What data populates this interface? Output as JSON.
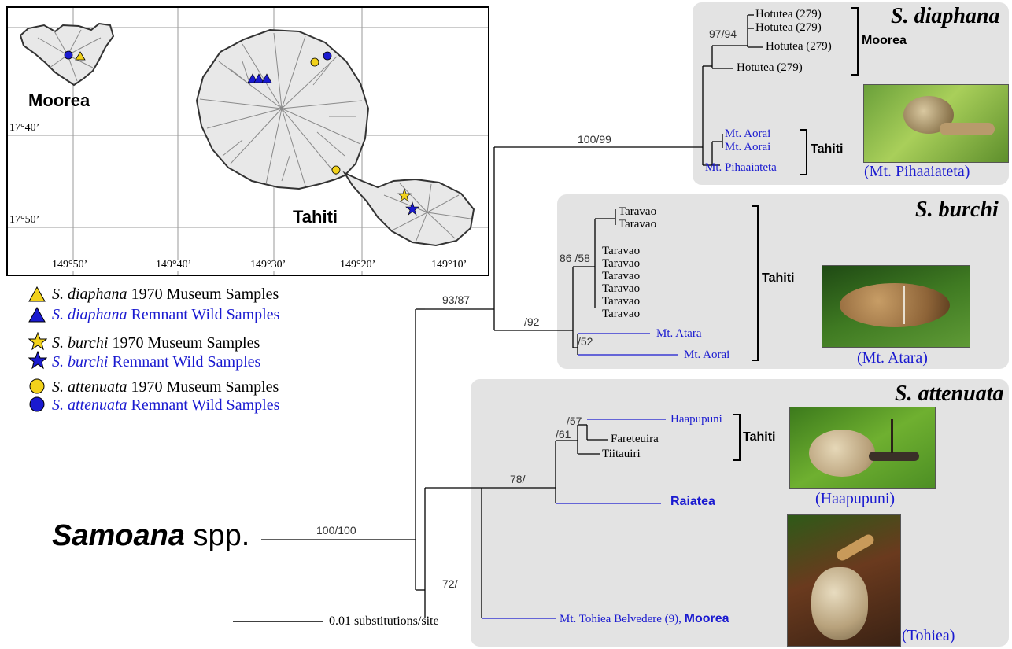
{
  "map": {
    "island_moorea": "Moorea",
    "island_tahiti": "Tahiti",
    "lat_labels": [
      "17°40’",
      "17°50’"
    ],
    "lon_labels": [
      "149°50’",
      "149°40’",
      "149°30’",
      "149°20’",
      "149°10’"
    ]
  },
  "legend": {
    "items": [
      {
        "species": "S. diaphana",
        "text": " 1970 Museum Samples",
        "symbol": "triangle",
        "color": "#f2d21b",
        "text_color": "#000000"
      },
      {
        "species": "S. diaphana",
        "text": " Remnant Wild Samples",
        "symbol": "triangle",
        "color": "#1a1ad0",
        "text_color": "#1a1ad0"
      },
      {
        "species": "S. burchi",
        "text": " 1970 Museum Samples",
        "symbol": "star",
        "color": "#f2d21b",
        "text_color": "#000000"
      },
      {
        "species": "S. burchi",
        "text": " Remnant Wild Samples",
        "symbol": "star",
        "color": "#1a1ad0",
        "text_color": "#1a1ad0"
      },
      {
        "species": "S. attenuata",
        "text": " 1970 Museum Samples",
        "symbol": "circle",
        "color": "#f2d21b",
        "text_color": "#000000"
      },
      {
        "species": "S. attenuata",
        "text": " Remnant Wild Samples",
        "symbol": "circle",
        "color": "#1a1ad0",
        "text_color": "#1a1ad0"
      }
    ]
  },
  "tree": {
    "outgroup_label_italic": "Samoana",
    "outgroup_label_rest": " spp.",
    "scale_label": "0.01 substitutions/site",
    "support": {
      "root": "100/100",
      "upper": "93/87",
      "diaphana": "100/99",
      "moorea_clade": "97/94",
      "burchi": "/92",
      "taravao": "86 /58",
      "atara": "/52",
      "attenuata_main": "78/",
      "haapupuni": "/57",
      "tahiti_att": "/61",
      "tohiea": "72/"
    },
    "colors": {
      "black": "#000000",
      "blue": "#1a1ad0"
    }
  },
  "clades": {
    "diaphana": {
      "title": "S. diaphana",
      "moorea_group": "Moorea",
      "tahiti_group": "Tahiti",
      "photo_caption": "(Mt. Pihaaiateta)",
      "tips_black": [
        "Hotutea (279)",
        "Hotutea (279)",
        "Hotutea (279)",
        "Hotutea (279)"
      ],
      "tips_blue": [
        "Mt. Aorai",
        "Mt. Aorai",
        "Mt. Pihaaiateta"
      ]
    },
    "burchi": {
      "title": "S. burchi",
      "tahiti_group": "Tahiti",
      "photo_caption": "(Mt. Atara)",
      "tips_black": [
        "Taravao",
        "Taravao",
        "Taravao",
        "Taravao",
        "Taravao",
        "Taravao",
        "Taravao",
        "Taravao"
      ],
      "tips_blue": [
        "Mt. Atara",
        "Mt. Aorai"
      ]
    },
    "attenuata": {
      "title": "S. attenuata",
      "tahiti_group": "Tahiti",
      "tips": [
        "Haapupuni",
        "Fareteuira",
        "Tiitauiri"
      ],
      "raiatea": "Raiatea",
      "tohiea_prefix": "Mt. Tohiea Belvedere (9), ",
      "tohiea_bold": "Moorea",
      "photo_caption_1": "(Haapupuni)",
      "photo_caption_2": "(Tohiea)"
    }
  }
}
